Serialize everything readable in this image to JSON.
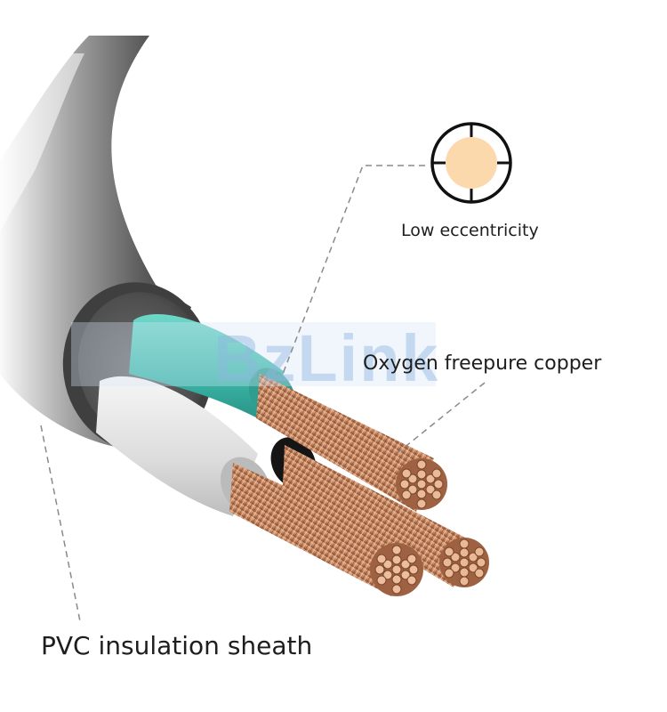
{
  "labels": {
    "low_eccentricity": "Low eccentricity",
    "oxygen_free_copper": "Oxygen freepure copper",
    "pvc_sheath": "PVC insulation sheath"
  },
  "watermark": "BzLink",
  "colors": {
    "sheath": "#454545",
    "core_green": "#3fc0b0",
    "core_white": "#e6e6e6",
    "core_black": "#1a1a1a",
    "copper": "#c98a66",
    "copper_cross_section": "#fcd9ad",
    "watermark": "#8fb8e0"
  }
}
